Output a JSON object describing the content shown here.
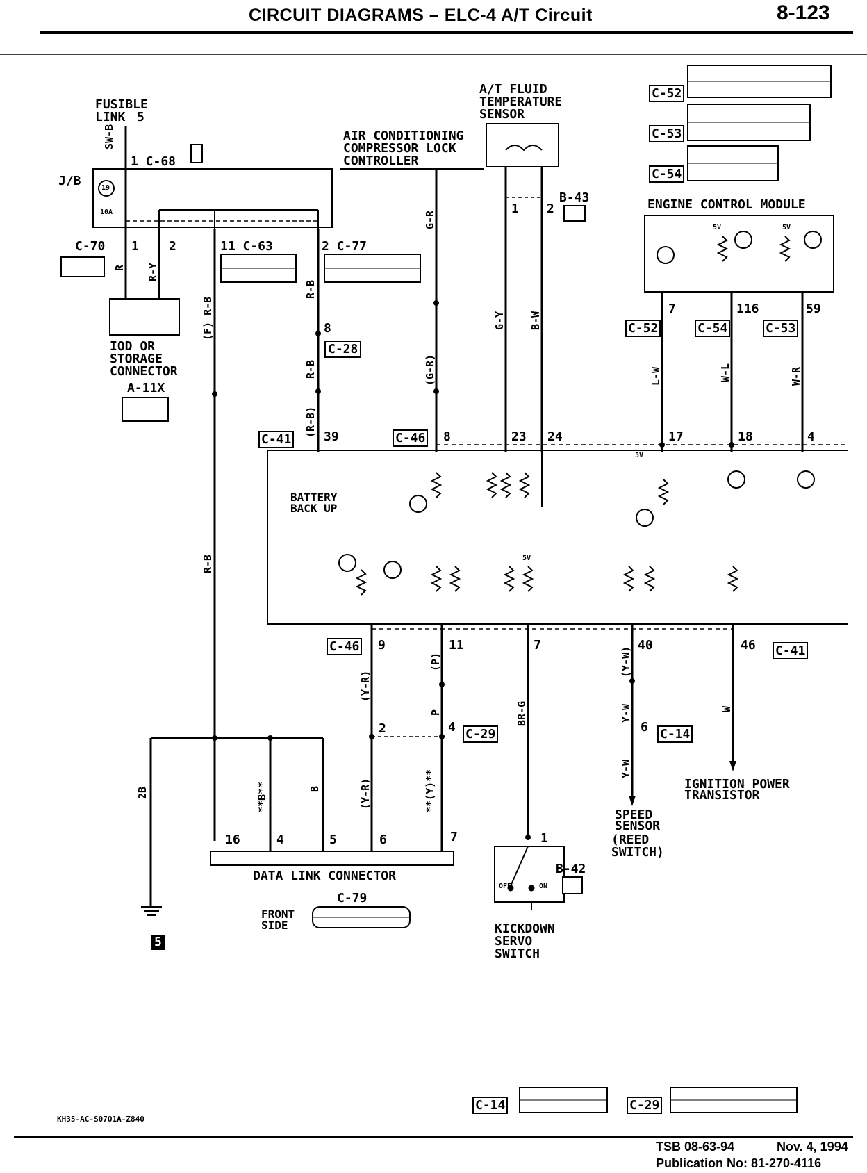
{
  "header": {
    "title": "CIRCUIT DIAGRAMS – ELC-4 A/T Circuit",
    "page_number": "8-123"
  },
  "labels": {
    "fusible_link": "FUSIBLE",
    "fusible_link2": "LINK",
    "fusible_link_no": "5",
    "sw_b": "SW-B",
    "c68": "1 C-68",
    "jb": "J/B",
    "fuse_no": "19",
    "fuse_amp": "10A",
    "c70": "C-70",
    "c63": "11 C-63",
    "c77": "2  C-77",
    "pin1": "1",
    "pin2": "2",
    "w_r_color": "R",
    "w_ry": "R-Y",
    "w_frb": "(F) R-B",
    "w_rb": "R-B",
    "w_rb2": "R-B",
    "w_rb_paren": "(R-B)",
    "w_rb_long": "R-B",
    "pin8": "8",
    "c28_top": "C-28",
    "iod1": "IOD OR",
    "iod2": "STORAGE",
    "iod3": "CONNECTOR",
    "a11x": "A-11X",
    "ac1": "AIR CONDITIONING",
    "ac2": "COMPRESSOR LOCK",
    "ac3": "CONTROLLER",
    "w_gr": "G-R",
    "w_gr_paren": "(G-R)",
    "atf1": "A/T FLUID",
    "atf2": "TEMPERATURE",
    "atf3": "SENSOR",
    "b43": "B-43",
    "b43_pin1": "1",
    "b43_pin2": "2",
    "w_gy": "G-Y",
    "w_bw": "B-W",
    "c52": "C-52",
    "c53": "C-53",
    "c54": "C-54",
    "ecm": "ENGINE CONTROL MODULE",
    "v5a": "5V",
    "v5b": "5V",
    "ecm_pin7": "7",
    "ecm_pin116": "116",
    "ecm_pin59": "59",
    "c52b": "C-52",
    "c54b": "C-54",
    "c53b": "C-53",
    "w_lw": "L-W",
    "w_wl": "W-L",
    "w_wr": "W-R",
    "c41": "C-41",
    "p39": "39",
    "c46": "C-46",
    "p8": "8",
    "p23": "23",
    "p24": "24",
    "p17": "17",
    "p18": "18",
    "p4": "4",
    "battery1": "BATTERY",
    "battery2": "BACK UP",
    "v5c": "5V",
    "v5d": "5V",
    "c46b": "C-46",
    "p9": "9",
    "p11": "11",
    "p7": "7",
    "p40": "40",
    "p46": "46",
    "c41b": "C-41",
    "w_yr": "(Y-R)",
    "w_p_paren": "(P)",
    "w_brg": "BR-G",
    "w_yw_paren": "(Y-W)",
    "w_yw": "Y-W",
    "w_w": "W",
    "j2": "2",
    "j4": "4",
    "c29": "C-29",
    "w_p": "P",
    "p6": "6",
    "c14": "C-14",
    "w_2b": "2B",
    "w_bstar": "**B**",
    "w_b": "B",
    "w_yr2": "(Y-R)",
    "w_ystar": "**(Y)**",
    "w_yw2": "Y-W",
    "ign1": "IGNITION POWER",
    "ign2": "TRANSISTOR",
    "spd1": "SPEED",
    "spd2": "SENSOR",
    "spd3": "(REED",
    "spd4": "SWITCH)",
    "dlc_16": "16",
    "dlc_4": "4",
    "dlc_5": "5",
    "dlc_6": "6",
    "dlc_7": "7",
    "dlc": "DATA LINK CONNECTOR",
    "c79": "C-79",
    "front1": "FRONT",
    "front2": "SIDE",
    "ks_pin1": "1",
    "b42": "B-42",
    "off": "OFF",
    "on": "ON",
    "ks1": "KICKDOWN",
    "ks2": "SERVO",
    "ks3": "SWITCH",
    "ground": "5",
    "c14b": "C-14",
    "c29b": "C-29"
  },
  "footer": {
    "code": "KH35-AC-S07O1A-Z840",
    "tsb": "TSB 08-63-94",
    "date": "Nov. 4, 1994",
    "pub": "Publication No:  81-270-4116"
  }
}
